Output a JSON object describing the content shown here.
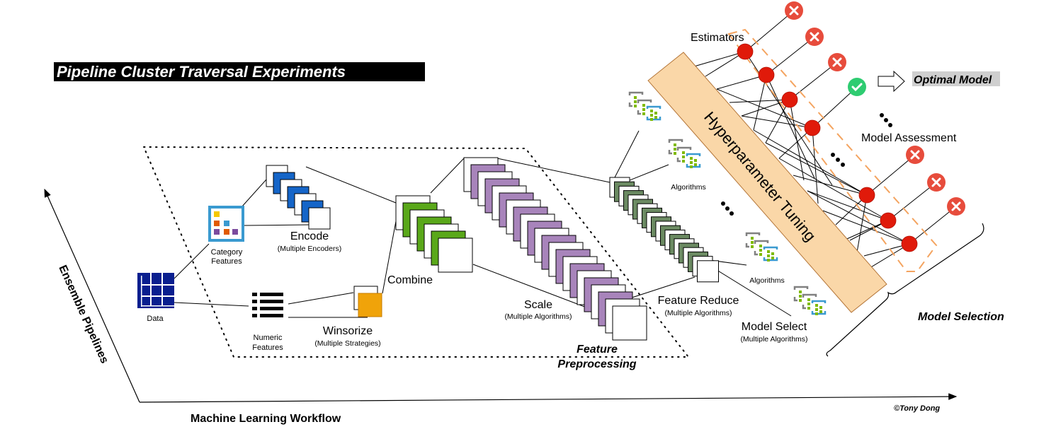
{
  "title": "Pipeline Cluster Traversal Experiments",
  "axes": {
    "x_label": "Machine Learning Workflow",
    "y_label": "Ensemble Pipelines"
  },
  "nodes": {
    "data": "Data",
    "category_features": [
      "Category",
      "Features"
    ],
    "numeric_features": [
      "Numeric",
      "Features"
    ],
    "encode": {
      "label": "Encode",
      "sub": "(Multiple Encoders)"
    },
    "winsorize": {
      "label": "Winsorize",
      "sub": "(Multiple Strategies)"
    },
    "combine": {
      "label": "Combine"
    },
    "scale": {
      "label": "Scale",
      "sub": "(Multiple Algorithms)"
    },
    "feature_reduce": {
      "label": "Feature Reduce",
      "sub": "(Multiple Algorithms)"
    },
    "model_select": {
      "label": "Model Select",
      "sub": "(Multiple Algorithms)"
    },
    "algorithms": [
      "Algorithms",
      "Algorithms"
    ],
    "hyperparameter_tuning": "Hyperparameter Tuning",
    "estimators": "Estimators",
    "model_assessment": "Model Assessment",
    "optimal_model": "Optimal Model"
  },
  "groups": {
    "feature_preprocessing": [
      "Feature",
      "Preprocessing"
    ],
    "model_selection": "Model Selection"
  },
  "assessment_results": [
    "fail",
    "fail",
    "fail",
    "pass",
    "fail",
    "fail",
    "fail"
  ],
  "copyright": "©Tony Dong",
  "colors": {
    "encode_fill": "#1565c8",
    "combine_fill": "#5aa81a",
    "scale_fill": "#a884bb",
    "reduce_fill": "#6b8a62",
    "winsorize_fill": "#f0a30a",
    "data_icon": "#0a1f8f",
    "estimator_node": "#e01a0a",
    "fail_badge": "#e74c3c",
    "pass_badge": "#2ecc71",
    "tuning_band": "#fad7a8",
    "tuning_border": "#b5773a",
    "dashed_box": "#f4a460"
  }
}
